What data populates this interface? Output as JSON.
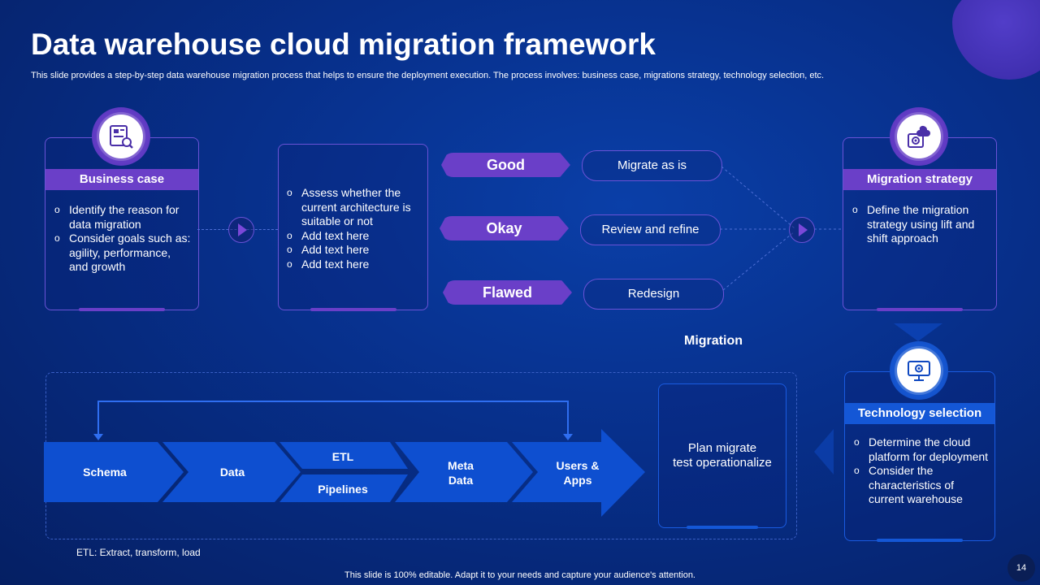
{
  "title": "Data warehouse cloud migration framework",
  "subtitle": "This slide provides a step-by-step data warehouse migration process that helps to ensure the deployment execution. The process involves: business case, migrations strategy, technology selection, etc.",
  "business_case": {
    "heading": "Business case",
    "icon": "document-search-icon",
    "items": [
      "Identify the reason for data migration",
      "Consider goals such as: agility, performance, and growth"
    ]
  },
  "assessment": {
    "items": [
      "Assess whether the current architecture is suitable or not",
      "Add text here",
      "Add text here",
      "Add text here"
    ]
  },
  "ratings": [
    {
      "label": "Good",
      "outcome": "Migrate as is"
    },
    {
      "label": "Okay",
      "outcome": "Review and refine"
    },
    {
      "label": "Flawed",
      "outcome": "Redesign"
    }
  ],
  "migration_strategy": {
    "heading": "Migration strategy",
    "icon": "cloud-gear-icon",
    "items": [
      "Define the migration strategy using lift and shift approach"
    ]
  },
  "migration_label": "Migration",
  "technology_selection": {
    "heading": "Technology selection",
    "icon": "monitor-gear-icon",
    "items": [
      "Determine the cloud platform for deployment",
      "Consider the characteristics of current warehouse"
    ]
  },
  "pipeline": {
    "schema": "Schema",
    "data": "Data",
    "etl": "ETL",
    "pipelines": "Pipelines",
    "meta_data_1": "Meta",
    "meta_data_2": "Data",
    "users_apps_1": "Users &",
    "users_apps_2": "Apps"
  },
  "plan_box": {
    "line1": "Plan migrate",
    "line2": "test operationalize"
  },
  "etl_note": "ETL: Extract, transform, load",
  "footer": "This slide is 100% editable. Adapt it to your needs and capture your audience's attention.",
  "page_number": "14",
  "colors": {
    "accent_purple": "#6a3fc8",
    "accent_blue": "#1457d6",
    "background": "#072f8a"
  }
}
